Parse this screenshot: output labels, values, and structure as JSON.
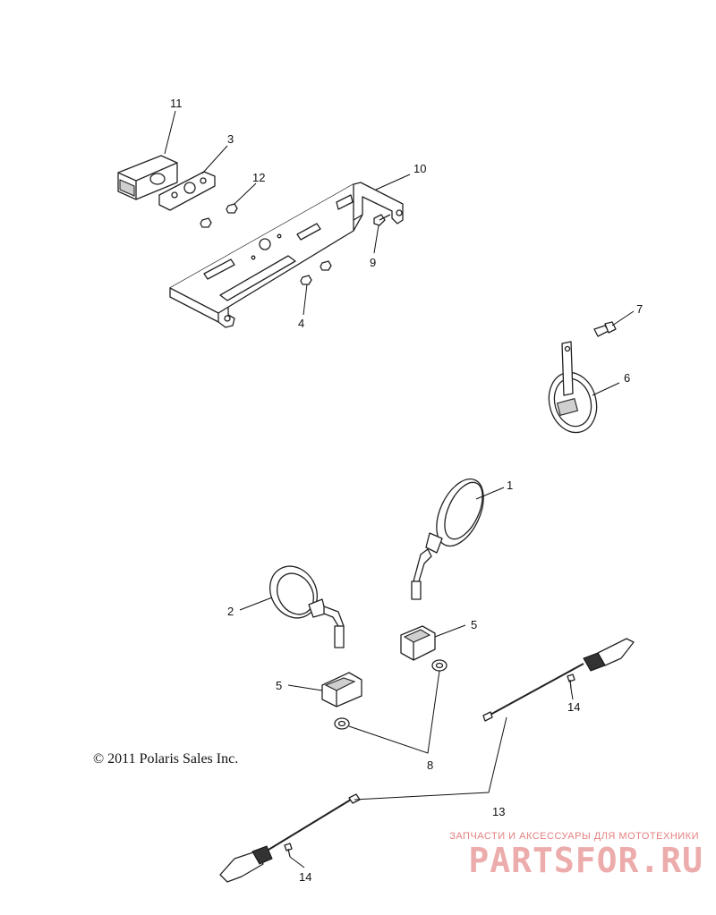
{
  "callouts": {
    "c1": "1",
    "c2": "2",
    "c3": "3",
    "c4": "4",
    "c5a": "5",
    "c5b": "5",
    "c6": "6",
    "c7": "7",
    "c8": "8",
    "c9": "9",
    "c10": "10",
    "c11": "11",
    "c12": "12",
    "c13": "13",
    "c14a": "14",
    "c14b": "14"
  },
  "copyright": "© 2011 Polaris Sales Inc.",
  "watermark": {
    "tagline": "ЗАПЧАСТИ И АКСЕССУАРЫ ДЛЯ МОТОТЕХНИКИ",
    "logo": "PARTSFOR.RU"
  },
  "colors": {
    "line": "#222222",
    "watermark": "#e06a6a"
  }
}
